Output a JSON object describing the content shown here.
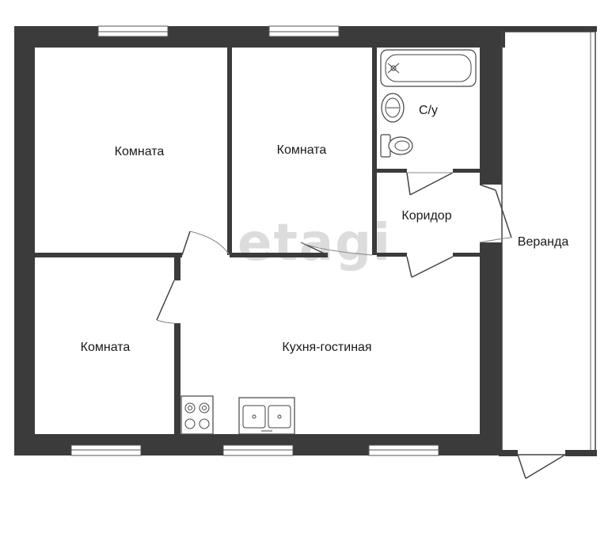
{
  "rooms": {
    "room_1": "Комната",
    "room_2": "Комната",
    "room_3": "Комната",
    "bathroom": "С/у",
    "corridor": "Коридор",
    "kitchen_living": "Кухня-гостиная",
    "veranda": "Веранда"
  },
  "watermark": "etagi",
  "colors": {
    "wall": "#3b3b3b",
    "background": "#ffffff",
    "watermark": "#dcdcdc"
  }
}
